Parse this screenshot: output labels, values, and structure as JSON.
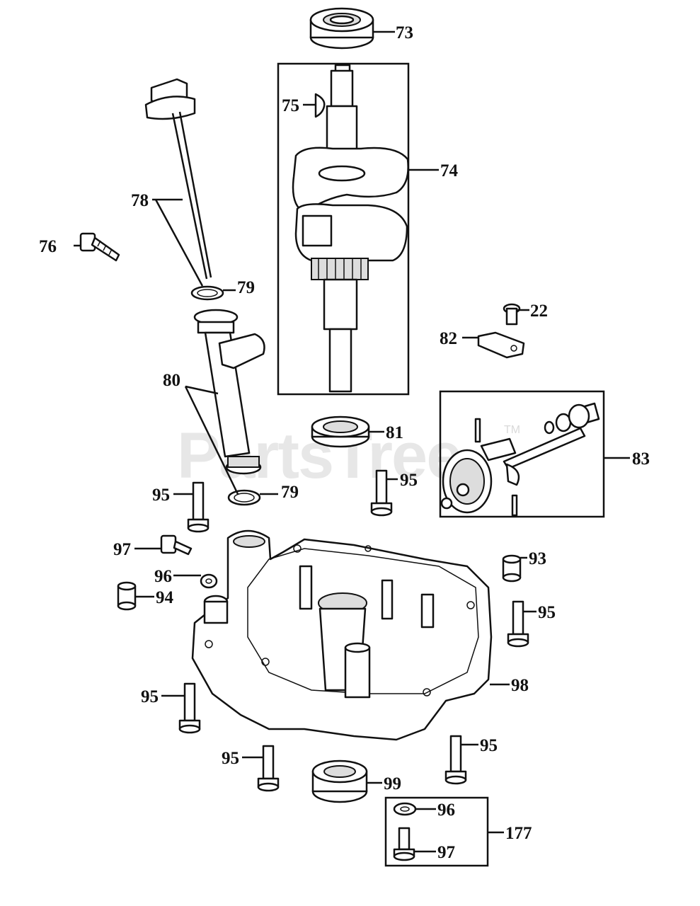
{
  "watermark": {
    "text": "PartsTree",
    "tm": "TM"
  },
  "callouts": {
    "c73": "73",
    "c75": "75",
    "c74": "74",
    "c78": "78",
    "c76": "76",
    "c79a": "79",
    "c80": "80",
    "c79b": "79",
    "c81": "81",
    "c22": "22",
    "c82": "82",
    "c83": "83",
    "c95a": "95",
    "c95b": "95",
    "c97a": "97",
    "c96a": "96",
    "c94": "94",
    "c93": "93",
    "c95c": "95",
    "c98": "98",
    "c95d": "95",
    "c95e": "95",
    "c95f": "95",
    "c99": "99",
    "c96b": "96",
    "c177": "177",
    "c97b": "97"
  }
}
